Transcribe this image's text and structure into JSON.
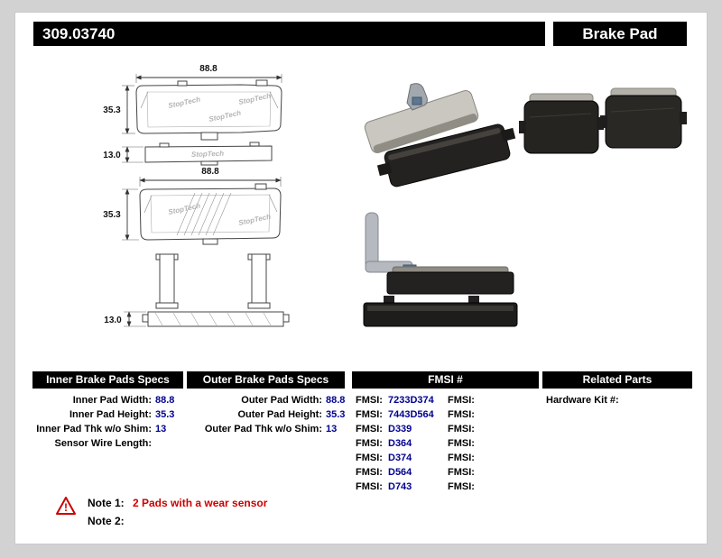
{
  "header": {
    "part_number": "309.03740",
    "product_type": "Brake Pad"
  },
  "colors": {
    "header_bg": "#000000",
    "value_blue": "#000090",
    "note_red": "#cc0000"
  },
  "diagrams": {
    "watermark": "StopTech",
    "pad1": {
      "width": "88.8",
      "height": "35.3",
      "thickness": "13.0"
    },
    "pad2": {
      "width": "88.8",
      "height": "35.3",
      "thickness": "13.0"
    }
  },
  "tables": {
    "inner": {
      "header": "Inner Brake Pads Specs",
      "rows": [
        {
          "label": "Inner Pad Width:",
          "value": "88.8"
        },
        {
          "label": "Inner Pad Height:",
          "value": "35.3"
        },
        {
          "label": "Inner Pad Thk w/o Shim:",
          "value": "13"
        },
        {
          "label": "Sensor Wire Length:",
          "value": ""
        }
      ]
    },
    "outer": {
      "header": "Outer Brake Pads Specs",
      "rows": [
        {
          "label": "Outer Pad Width:",
          "value": "88.8"
        },
        {
          "label": "Outer Pad Height:",
          "value": "35.3"
        },
        {
          "label": "Outer Pad Thk w/o Shim:",
          "value": "13"
        }
      ]
    },
    "fmsi": {
      "header": "FMSI #",
      "rows": [
        {
          "label1": "FMSI:",
          "value1": "7233D374",
          "label2": "FMSI:",
          "value2": ""
        },
        {
          "label1": "FMSI:",
          "value1": "7443D564",
          "label2": "FMSI:",
          "value2": ""
        },
        {
          "label1": "FMSI:",
          "value1": "D339",
          "label2": "FMSI:",
          "value2": ""
        },
        {
          "label1": "FMSI:",
          "value1": "D364",
          "label2": "FMSI:",
          "value2": ""
        },
        {
          "label1": "FMSI:",
          "value1": "D374",
          "label2": "FMSI:",
          "value2": ""
        },
        {
          "label1": "FMSI:",
          "value1": "D564",
          "label2": "FMSI:",
          "value2": ""
        },
        {
          "label1": "FMSI:",
          "value1": "D743",
          "label2": "FMSI:",
          "value2": ""
        }
      ]
    },
    "related": {
      "header": "Related Parts",
      "rows": [
        {
          "label": "Hardware Kit #:",
          "value": ""
        }
      ]
    }
  },
  "notes": {
    "note1_label": "Note 1:",
    "note1_text": "2 Pads with a wear sensor",
    "note2_label": "Note 2:",
    "note2_text": ""
  }
}
